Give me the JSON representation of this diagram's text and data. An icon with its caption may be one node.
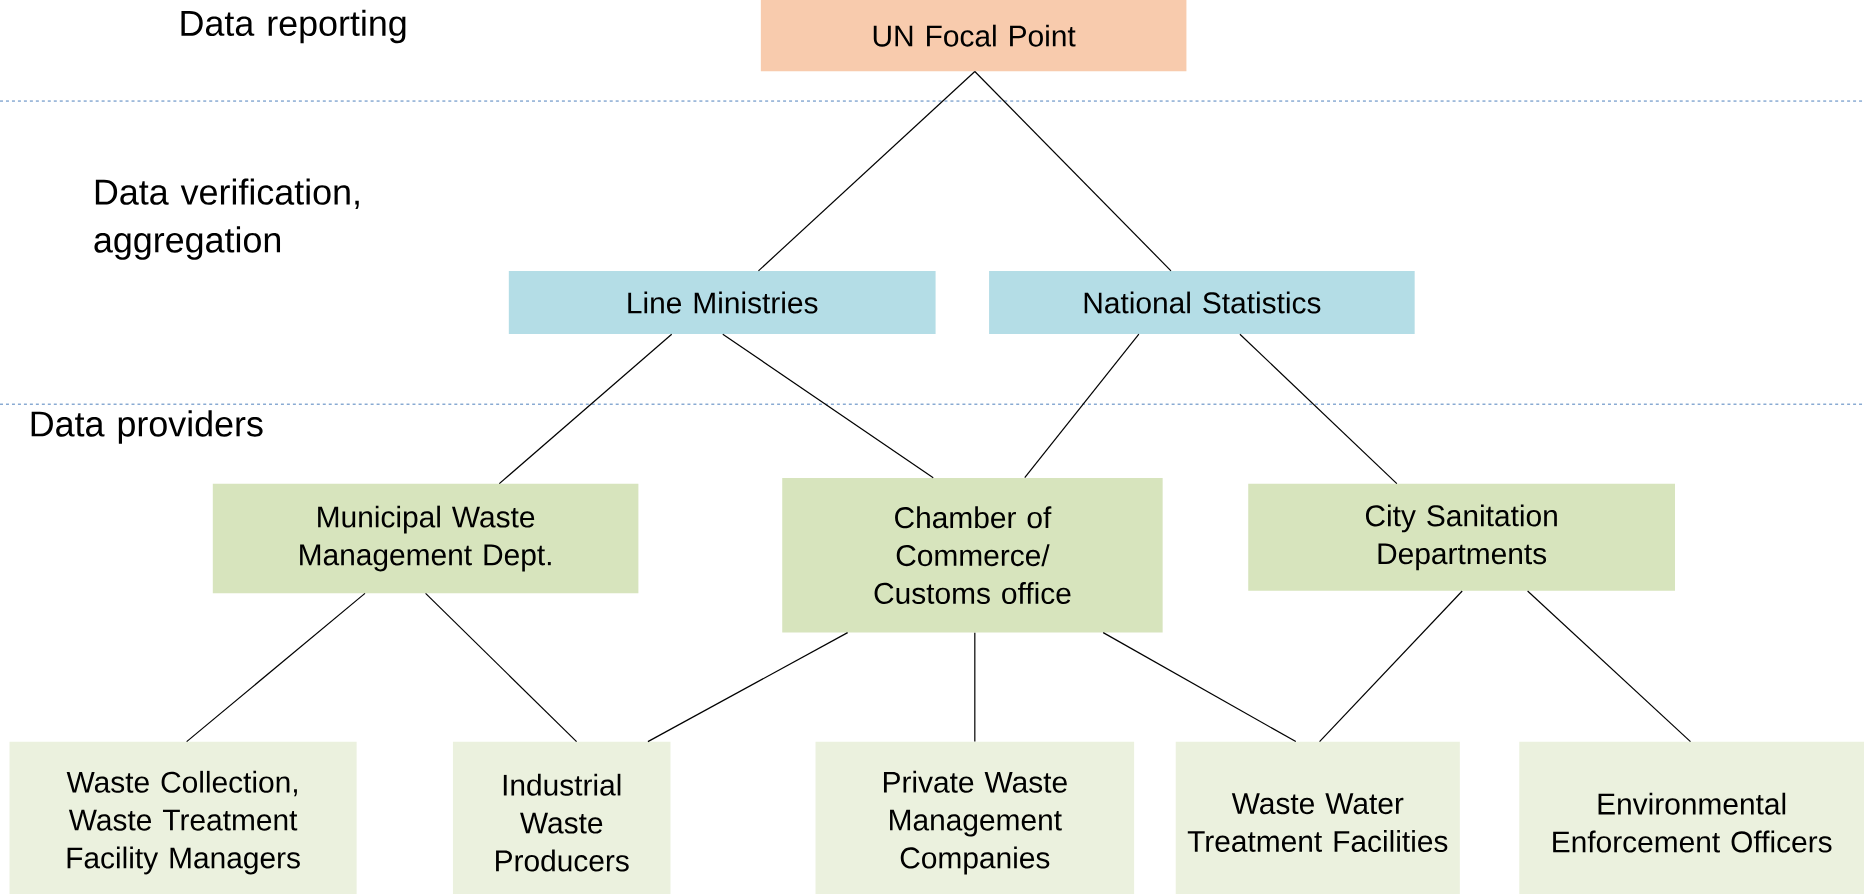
{
  "diagram": {
    "nodes": [
      {
        "text": [
          "UN Focal Point"
        ]
      },
      {
        "text": [
          "Line Ministries"
        ]
      },
      {
        "text": [
          "National Statistics"
        ]
      },
      {
        "text": [
          "Municipal Waste Management Dept."
        ]
      },
      {
        "text": [
          "Chamber of Commerce/ Customs office"
        ]
      },
      {
        "text": [
          "City Sanitation Departments"
        ]
      },
      {
        "text": [
          "Waste Collection, Waste Treatment Facility Managers"
        ]
      },
      {
        "text": [
          "Industrial Waste Producers"
        ]
      },
      {
        "text": [
          "Private Waste Management Companies"
        ]
      },
      {
        "text": [
          "Waste Water Treatment Facilities"
        ]
      },
      {
        "text": [
          "Environmental Enforcement Officers"
        ]
      }
    ],
    "edges": [
      {
        "from": 0,
        "to": 1,
        "arrow": "none"
      },
      {
        "from": 0,
        "to": 2,
        "arrow": "none"
      },
      {
        "from": 1,
        "to": 3,
        "arrow": "none"
      },
      {
        "from": 1,
        "to": 4,
        "arrow": "none"
      },
      {
        "from": 2,
        "to": 4,
        "arrow": "none"
      },
      {
        "from": 2,
        "to": 5,
        "arrow": "none"
      },
      {
        "from": 3,
        "to": 6,
        "arrow": "none"
      },
      {
        "from": 3,
        "to": 7,
        "arrow": "none"
      },
      {
        "from": 4,
        "to": 7,
        "arrow": "none"
      },
      {
        "from": 4,
        "to": 8,
        "arrow": "none"
      },
      {
        "from": 4,
        "to": 9,
        "arrow": "none"
      },
      {
        "from": 5,
        "to": 9,
        "arrow": "none"
      },
      {
        "from": 5,
        "to": 10,
        "arrow": "none"
      }
    ],
    "labels": [
      "Data reporting",
      "Data verification, aggregation",
      "Data providers"
    ]
  }
}
